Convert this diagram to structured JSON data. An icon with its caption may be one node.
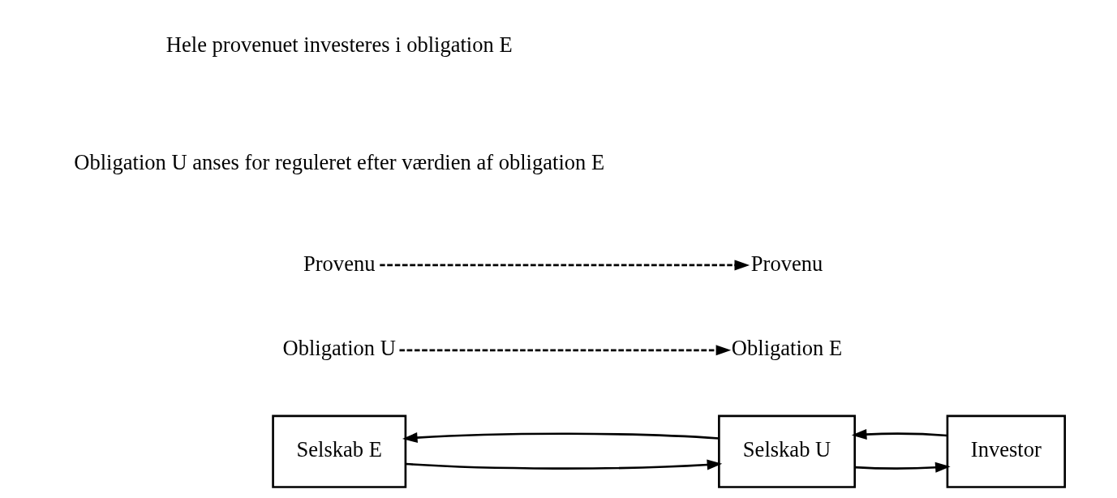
{
  "diagram": {
    "nodes": [
      {
        "text": [
          "Investor"
        ]
      },
      {
        "text": [
          "Selskab U"
        ]
      },
      {
        "text": [
          "Selskab E"
        ]
      },
      {
        "text": [
          "Obligation U"
        ]
      },
      {
        "text": [
          "Obligation E"
        ]
      },
      {
        "text": [
          "Provenu"
        ]
      },
      {
        "text": [
          "Provenu"
        ]
      }
    ],
    "edges": [
      {
        "from": 1,
        "to": 0,
        "arrow": "to"
      },
      {
        "from": 0,
        "to": 1,
        "arrow": "to"
      },
      {
        "from": 2,
        "to": 1,
        "arrow": "to"
      },
      {
        "from": 1,
        "to": 2,
        "arrow": "to"
      },
      {
        "from": 3,
        "to": 4,
        "arrow": "to",
        "style": "dashed"
      },
      {
        "from": 5,
        "to": 6,
        "arrow": "to",
        "style": "dashed"
      }
    ],
    "labels": [
      "Obligation U anses for reguleret efter værdien af obligation E",
      "Hele provenuet investeres i obligation E"
    ]
  }
}
